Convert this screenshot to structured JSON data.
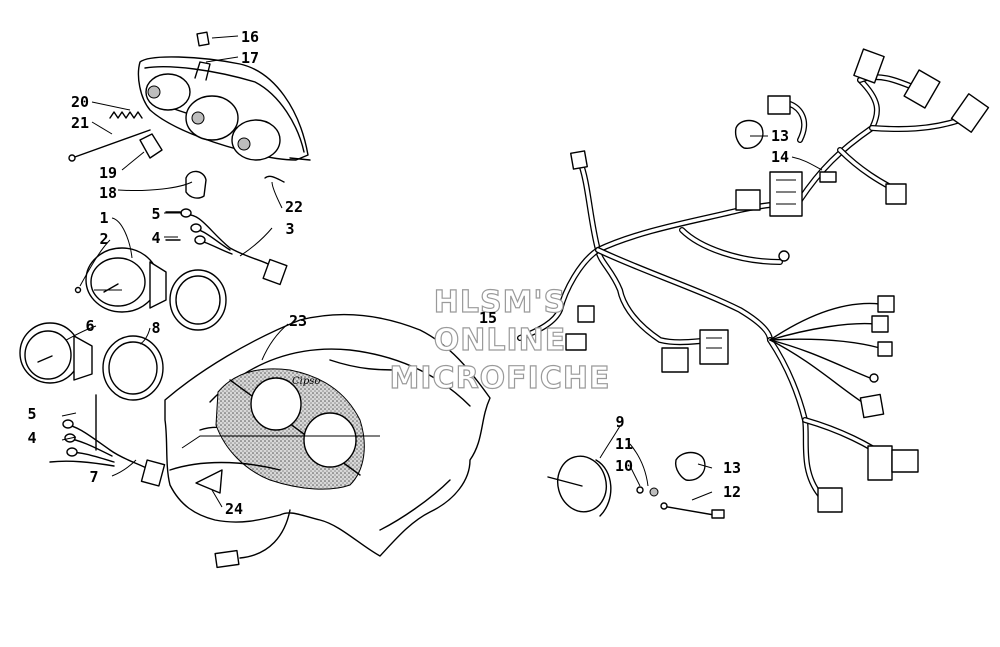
{
  "watermark": {
    "line1": "HLSM'S",
    "line2": "ONLINE",
    "line3": "MICROFICHE"
  },
  "gauge_logo": "Cipso",
  "callouts": [
    {
      "id": "c1",
      "text": "1"
    },
    {
      "id": "c2",
      "text": "2"
    },
    {
      "id": "c3",
      "text": "3"
    },
    {
      "id": "c4a",
      "text": "4"
    },
    {
      "id": "c4b",
      "text": "4"
    },
    {
      "id": "c5a",
      "text": "5"
    },
    {
      "id": "c5b",
      "text": "5"
    },
    {
      "id": "c6",
      "text": "6"
    },
    {
      "id": "c7",
      "text": "7"
    },
    {
      "id": "c8",
      "text": "8"
    },
    {
      "id": "c9",
      "text": "9"
    },
    {
      "id": "c10",
      "text": "10"
    },
    {
      "id": "c11",
      "text": "11"
    },
    {
      "id": "c12",
      "text": "12"
    },
    {
      "id": "c13a",
      "text": "13"
    },
    {
      "id": "c13b",
      "text": "13"
    },
    {
      "id": "c14",
      "text": "14"
    },
    {
      "id": "c15",
      "text": "15"
    },
    {
      "id": "c16",
      "text": "16"
    },
    {
      "id": "c17",
      "text": "17"
    },
    {
      "id": "c18",
      "text": "18"
    },
    {
      "id": "c19",
      "text": "19"
    },
    {
      "id": "c20",
      "text": "20"
    },
    {
      "id": "c21",
      "text": "21"
    },
    {
      "id": "c22",
      "text": "22"
    },
    {
      "id": "c23",
      "text": "23"
    },
    {
      "id": "c24",
      "text": "24"
    }
  ],
  "colors": {
    "ink": "#000000",
    "paper": "#ffffff",
    "shade": "#bdbdbd",
    "watermark": "#9a9a9a"
  }
}
